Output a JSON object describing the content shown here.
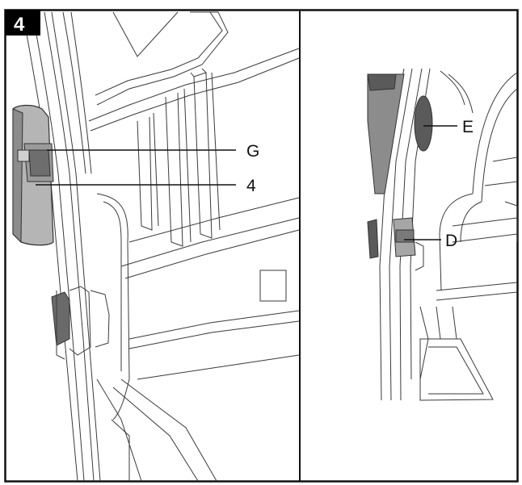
{
  "step_number": "4",
  "left_panel": {
    "callouts": [
      {
        "label": "G"
      },
      {
        "label": "4"
      }
    ]
  },
  "right_panel": {
    "callouts": [
      {
        "label": "E"
      },
      {
        "label": "D"
      }
    ]
  },
  "colors": {
    "frame": "#111111",
    "part_fill": "#8c8c8c",
    "part_fill_light": "#b5b5b5",
    "part_fill_dark": "#5a5a5a",
    "line": "#3a3a3a"
  }
}
